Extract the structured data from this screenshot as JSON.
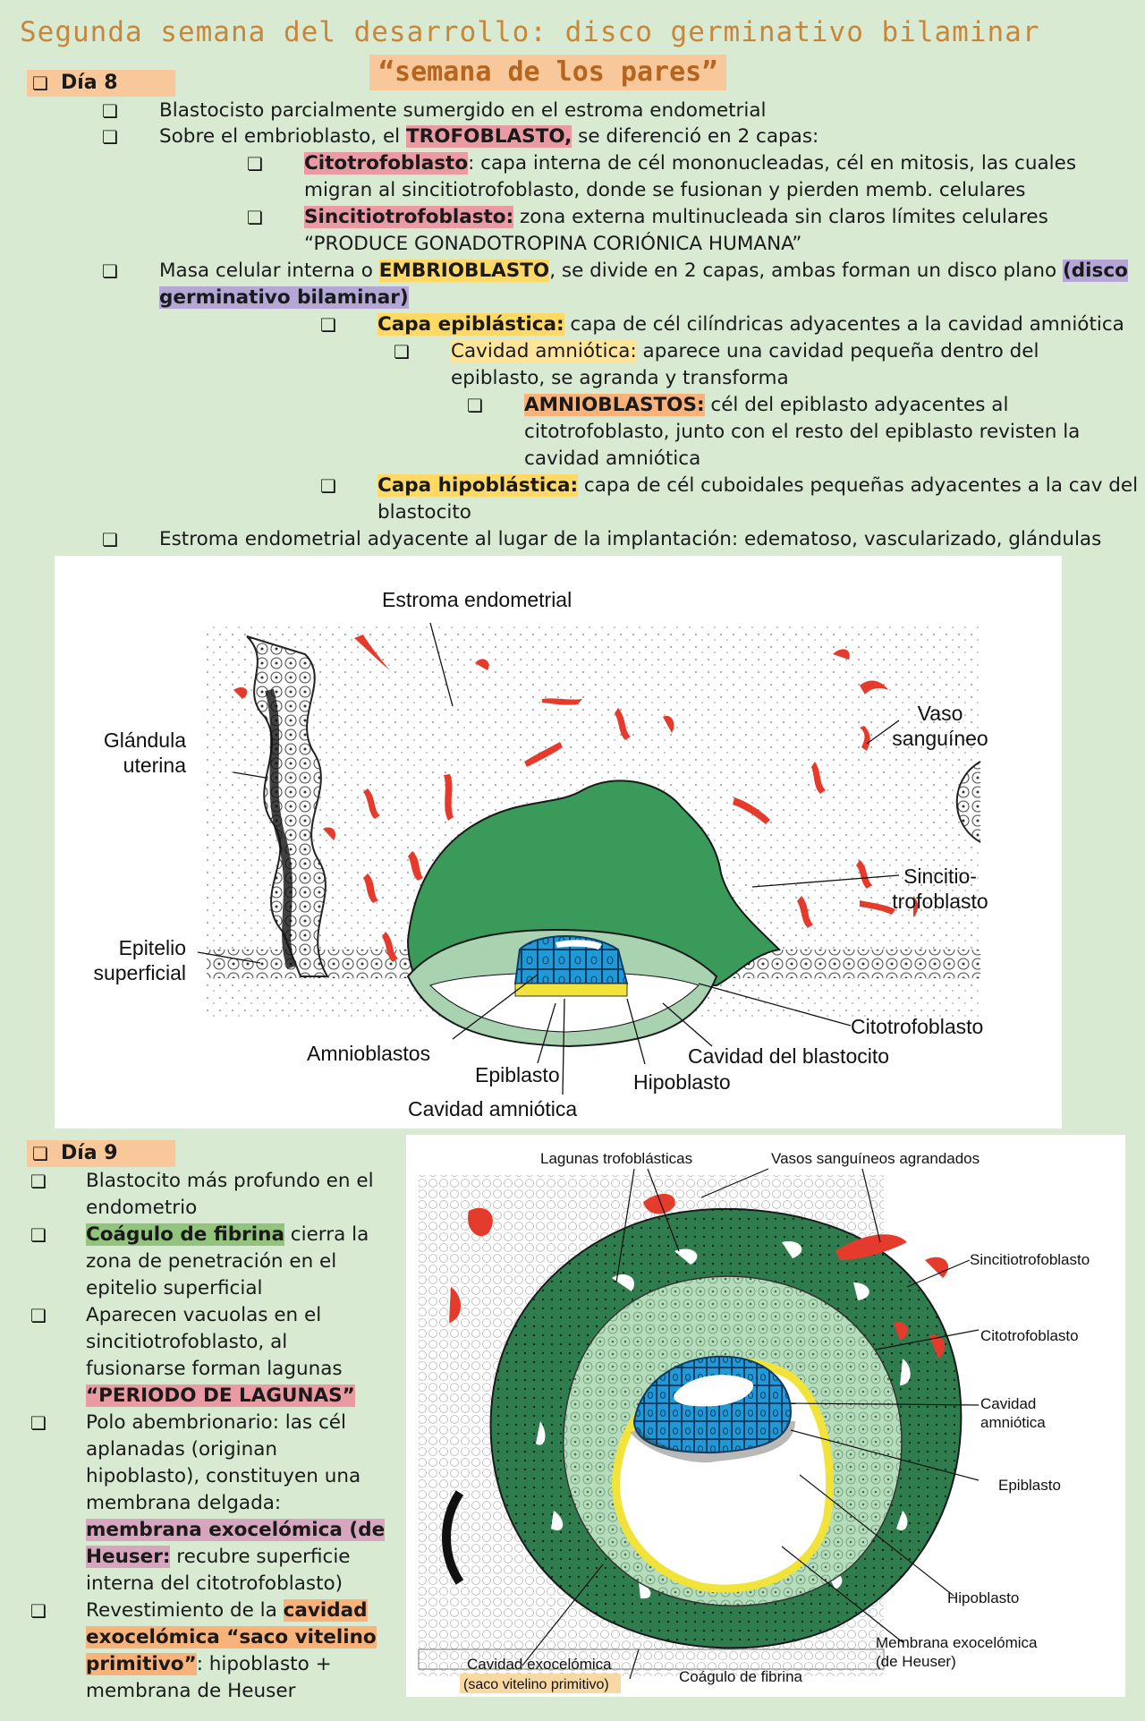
{
  "title": "Segunda semana del desarrollo: disco germinativo bilaminar",
  "subtitle": "“semana de los pares”",
  "day8": {
    "label": "Día 8",
    "l1": "Blastocisto parcialmente sumergido en el estroma endometrial",
    "l2a": "Sobre el embrioblasto, el ",
    "l2b": "TROFOBLASTO,",
    "l2c": " se diferenció en 2 capas:",
    "l3a": "Citotrofoblasto",
    "l3b": ": capa interna de cél mononucleadas, cél en mitosis, las cuales",
    "l3c": "migran al sincitiotrofoblasto, donde se fusionan y pierden memb. celulares",
    "l4a": "Sincitiotrofoblasto:",
    "l4b": " zona externa multinucleada sin claros límites celulares",
    "l4c": "“PRODUCE GONADOTROPINA CORIÓNICA HUMANA”",
    "l5a": "Masa celular interna o ",
    "l5b": "EMBRIOBLASTO",
    "l5c": ", se divide en 2 capas, ambas forman un disco plano ",
    "l5d": "(disco",
    "l5e": "germinativo bilaminar)",
    "l6a": "Capa epiblástica:",
    "l6b": " capa de cél cilíndricas adyacentes a la cavidad amniótica",
    "l7a": "Cavidad amniótica:",
    "l7b": " aparece una cavidad pequeña dentro del",
    "l7c": "epiblasto, se agranda y transforma",
    "l8a": "AMNIOBLASTOS:",
    "l8b": " cél del epiblasto adyacentes al",
    "l8c": "citotrofoblasto, junto con el resto del epiblasto revisten la",
    "l8d": "cavidad amniótica",
    "l9a": "Capa hipoblástica:",
    "l9b": " capa de cél cuboidales pequeñas adyacentes a la cav del",
    "l9c": "blastocito",
    "l10": "Estroma endometrial adyacente al lugar de la implantación: edematoso, vascularizado, glándulas"
  },
  "figure1": {
    "estroma": "Estroma endometrial",
    "vaso1": "Vaso",
    "vaso2": "sanguíneo",
    "glandula1": "Glándula",
    "glandula2": "uterina",
    "sincitio1": "Sincitio-",
    "sincitio2": "trofoblasto",
    "epitelio1": "Epitelio",
    "epitelio2": "superficial",
    "citotrofo": "Citotrofoblasto",
    "amnioblastos": "Amnioblastos",
    "cavblasto": "Cavidad del blastocito",
    "epiblasto": "Epiblasto",
    "hipoblasto": "Hipoblasto",
    "cavamnio": "Cavidad amniótica"
  },
  "day9": {
    "label": "Día 9",
    "b1a": "Blastocito más profundo en el",
    "b1b": "endometrio",
    "b2a": "Coágulo de fibrina",
    "b2b": " cierra la",
    "b2c": "zona de penetración en el",
    "b2d": "epitelio superficial",
    "b3a": "Aparecen vacuolas en el",
    "b3b": "sincitiotrofoblasto, al",
    "b3c": "fusionarse forman lagunas",
    "b3d": "“PERIODO DE LAGUNAS”",
    "b4a": "Polo abembrionario: las cél",
    "b4b": "aplanadas (originan",
    "b4c": "hipoblasto), constituyen una",
    "b4d": "membrana delgada:",
    "b4e": "membrana exocelómica (de",
    "b4f": "Heuser:",
    "b4g": " recubre superficie",
    "b4h": "interna del citotrofoblasto)",
    "b5a": "Revestimiento de la ",
    "b5b": "cavidad",
    "b5c": "exocelómica “saco vitelino",
    "b5d": "primitivo”",
    "b5e": ": hipoblasto +",
    "b5f": "membrana de Heuser"
  },
  "figure2": {
    "lagunas": "Lagunas trofoblásticas",
    "vasos": "Vasos sanguíneos agrandados",
    "sincitio": "Sincitiotrofoblasto",
    "citotrofo": "Citotrofoblasto",
    "cavamnio1": "Cavidad",
    "cavamnio2": "amniótica",
    "epiblasto": "Epiblasto",
    "hipoblasto": "Hipoblasto",
    "membrana1": "Membrana exocelómica",
    "membrana2": "(de Heuser)",
    "cavexo": "Cavidad exocelómica",
    "saco": "(saco vitelino primitivo)",
    "coagulo": "Coágulo de fibrina"
  },
  "colors": {
    "background": "#d9ead3",
    "syncytio": "#3a9a5a",
    "cyto": "#a9d3b0",
    "epiblast": "#1f9ad6",
    "hypoblast": "#f2e33a",
    "vessel": "#e53b2c"
  },
  "icons": {
    "bullet": "checkbox-bullet-icon"
  }
}
